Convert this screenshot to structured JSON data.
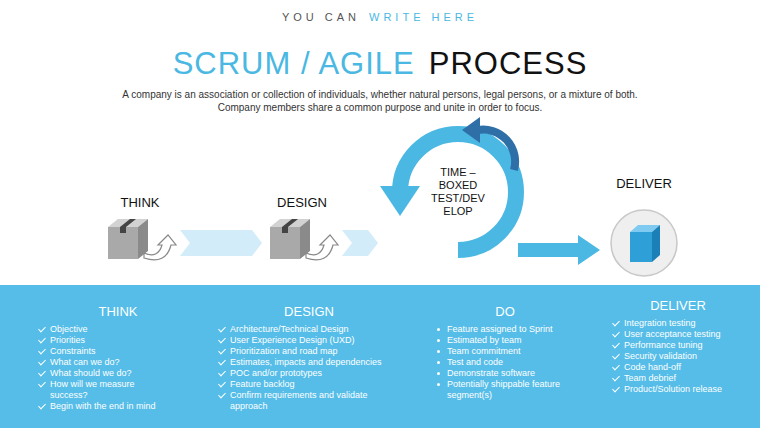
{
  "diagram": {
    "title": "SCRUM / AGILE",
    "nodes": [
      {
        "text": [
          "THINK"
        ]
      },
      {
        "text": [
          "DESIGN"
        ]
      },
      {
        "text": [
          "TIME – BOXED TEST/DEV ELOP"
        ]
      },
      {
        "text": [
          "DELIVER"
        ]
      },
      {
        "text": [
          "THINK",
          "Objective",
          "Priorities",
          "Constraints",
          "What can we do?",
          "What should we do?",
          "How will we measure success?",
          "Begin with the end in mind"
        ]
      },
      {
        "text": [
          "DESIGN",
          "Architecture/Technical Design",
          "User Experience Design (UXD)",
          "Prioritization and road map",
          "Estimates, impacts and dependencies",
          "POC and/or prototypes",
          "Feature backlog",
          "Confirm requirements and validate approach"
        ]
      },
      {
        "text": [
          "DO",
          "Feature assigned to Sprint",
          "Estimated by team",
          "Team commitment",
          "Test and code",
          "Demonstrate software",
          "Potentially shippable feature segment(s)"
        ]
      },
      {
        "text": [
          "DELIVER",
          "Integration testing",
          "User acceptance testing",
          "Performance tuning",
          "Security validation",
          "Code hand-off",
          "Team debrief",
          "Product/Solution release"
        ]
      }
    ],
    "edges": [
      {
        "from": 0,
        "to": 1,
        "arrow": "to"
      },
      {
        "from": 1,
        "to": 2,
        "arrow": "to"
      },
      {
        "from": 2,
        "to": 3,
        "arrow": "to"
      }
    ],
    "labels": [
      "YOU CAN",
      "WRITE HERE",
      "PROCESS",
      "A company is an association or collection of individuals, whether natural persons, legal persons, or a mixture of both. Company members share a common purpose and unite in order to focus."
    ]
  }
}
